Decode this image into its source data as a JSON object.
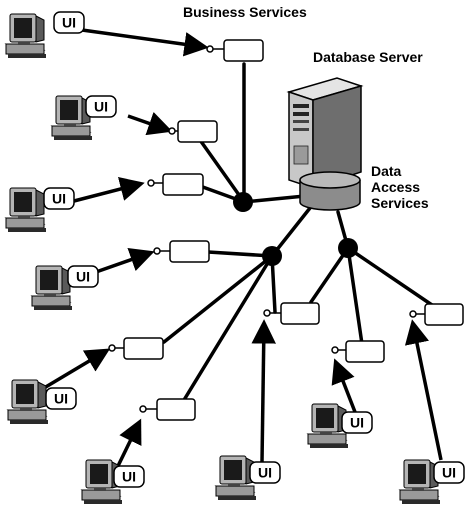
{
  "labels": {
    "business_services": "Business Services",
    "database_server": "Database Server",
    "data_access_services": [
      "Data",
      "Access",
      "Services"
    ]
  },
  "client_label": "UI",
  "colors": {
    "ink": "#000000",
    "paper": "#ffffff",
    "screen": "#1a1a1a",
    "monitor": "#a0a0a0",
    "server_light": "#d6d6d6",
    "server_dark": "#6e6e6e",
    "cylinder": "#8c8c8c"
  },
  "icons": {
    "client": "desktop-computer-icon",
    "server": "tower-server-icon",
    "storage": "database-cylinder-icon"
  },
  "clients_count": 9
}
